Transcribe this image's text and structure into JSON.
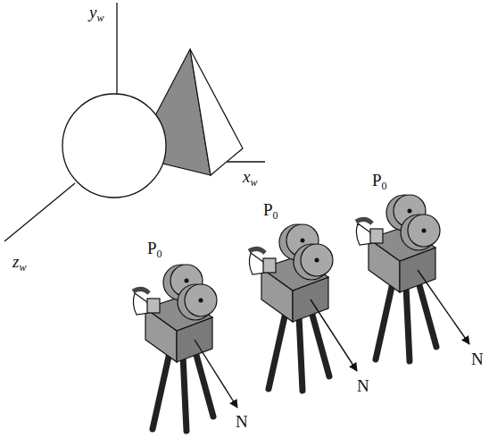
{
  "diagram": {
    "labels": [
      "yw",
      "xw",
      "zw",
      "P0",
      "P0",
      "P0",
      "N",
      "N",
      "N"
    ]
  }
}
